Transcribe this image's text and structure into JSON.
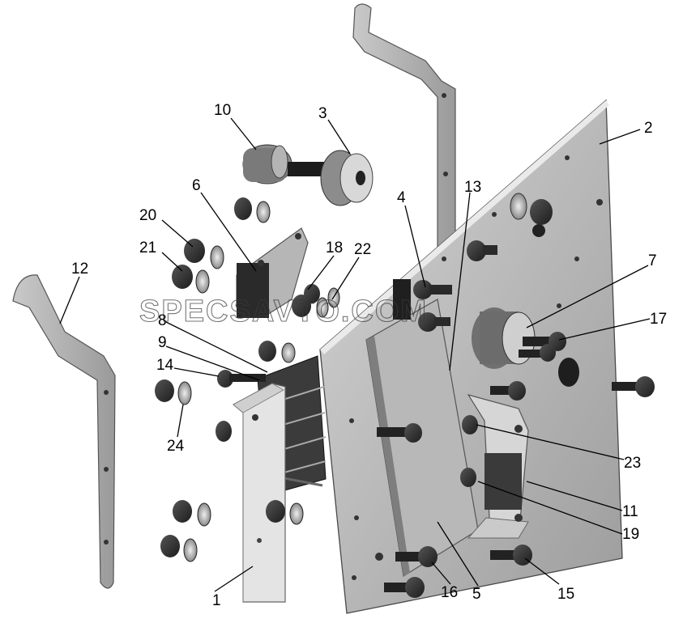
{
  "watermark": "SPECSAVTO.COM",
  "callouts": [
    {
      "label": "1"
    },
    {
      "label": "2"
    },
    {
      "label": "3"
    },
    {
      "label": "4"
    },
    {
      "label": "5"
    },
    {
      "label": "6"
    },
    {
      "label": "7"
    },
    {
      "label": "8"
    },
    {
      "label": "9"
    },
    {
      "label": "10"
    },
    {
      "label": "11"
    },
    {
      "label": "12"
    },
    {
      "label": "13"
    },
    {
      "label": "14"
    },
    {
      "label": "15"
    },
    {
      "label": "16"
    },
    {
      "label": "17"
    },
    {
      "label": "18"
    },
    {
      "label": "19"
    },
    {
      "label": "20"
    },
    {
      "label": "21"
    },
    {
      "label": "22"
    },
    {
      "label": "23"
    },
    {
      "label": "24"
    }
  ]
}
